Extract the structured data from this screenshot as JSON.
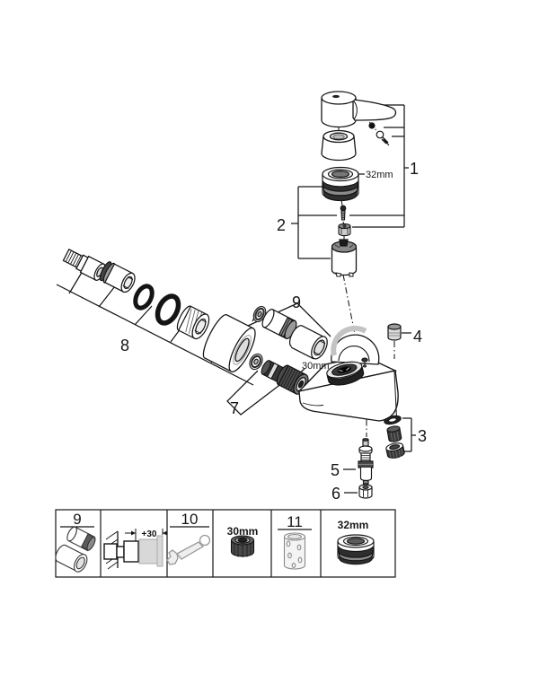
{
  "figure_type": "exploded-parts-diagram",
  "colors": {
    "ink": "#161616",
    "shade_dark": "#333333",
    "shade_mid": "#888888",
    "shade_light": "#d9d9d9",
    "ghost_gray": "#c9c9c9"
  },
  "callouts": {
    "c1": "1",
    "c2": "2",
    "c3": "3",
    "c4": "4",
    "c5": "5",
    "c6": "6",
    "c7": "7",
    "c8": "8",
    "c9": "9"
  },
  "dimensions": {
    "escutcheon_ring": "32mm",
    "outlet_nut": "30mm"
  },
  "legend": {
    "check_valves_label": "9",
    "extension_dimension": "+30",
    "wrench_label": "10",
    "nut_size": "30mm",
    "sleeve_label": "11",
    "ring_size": "32mm"
  },
  "icons": [
    "lever-handle",
    "handle-screw",
    "handle-cap",
    "thread-ring-32mm",
    "cartridge-screw",
    "cartridge-nut",
    "cartridge",
    "s-union-fitting",
    "union-cap",
    "o-ring-small",
    "o-ring-large",
    "mounting-nut",
    "escutcheon",
    "check-valve-washer",
    "check-valve",
    "valve-socket",
    "spout-washer",
    "flow-restrictor",
    "outlet-nut-30mm",
    "faucet-body",
    "valve-dome",
    "shower-outlet-ring",
    "plug-screw",
    "seal-washer",
    "valve-insert",
    "ring-nut",
    "diverter-valve",
    "hex-nut",
    "wall-hatch",
    "extension-ghost",
    "wrench",
    "nut-30mm",
    "extension-sleeve",
    "ring-32mm"
  ]
}
